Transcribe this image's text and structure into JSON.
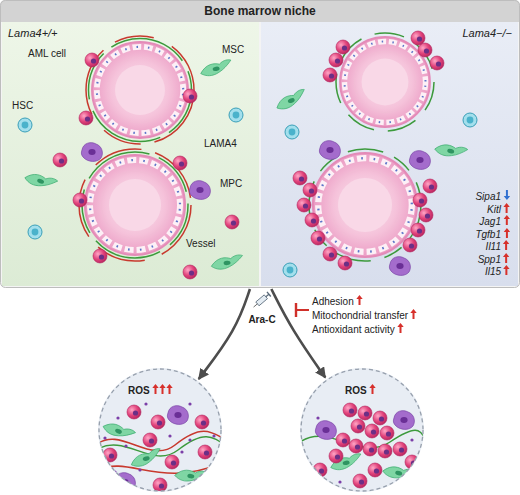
{
  "diagram": {
    "nodes": [
      {
        "text": [
          "Bone marrow niche"
        ]
      },
      {
        "text": [
          "Lama4+/+"
        ],
        "in": 0
      },
      {
        "text": [
          "Lama4−/−"
        ],
        "in": 0
      },
      {
        "text": [
          "ROS"
        ]
      },
      {
        "text": [
          "ROS"
        ]
      }
    ],
    "edges": [
      {
        "from": 1,
        "to": 3,
        "arrow": "to"
      },
      {
        "from": 2,
        "to": 4,
        "arrow": "to"
      }
    ],
    "labels": [
      "AML cell",
      "MSC",
      "HSC",
      "LAMA4",
      "MPC",
      "Vessel",
      "Sipa1",
      "Kitl",
      "Jag1",
      "Tgfb1",
      "Il11",
      "Spp1",
      "Il15",
      "Ara-C",
      "Adhesion",
      "Mitochondrial transfer",
      "Antioxidant activity"
    ]
  }
}
